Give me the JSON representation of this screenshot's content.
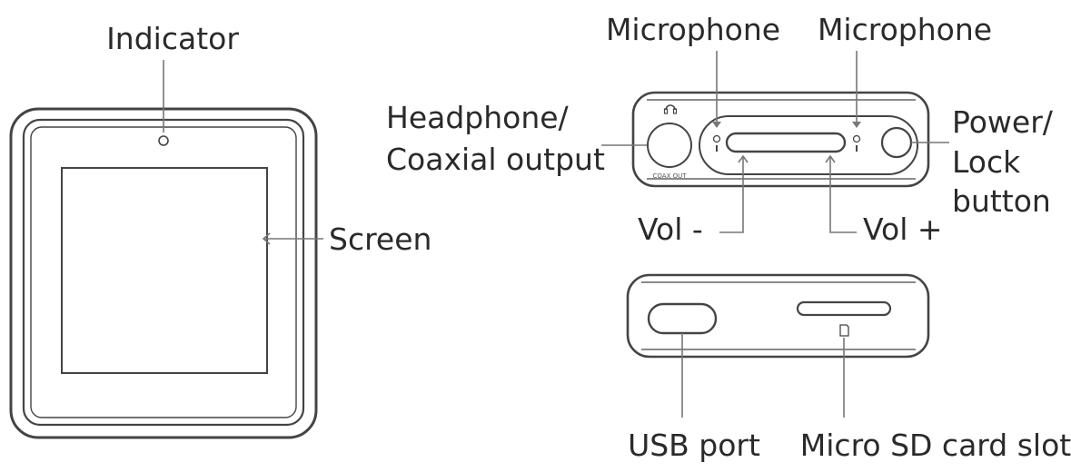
{
  "labels": {
    "indicator": "Indicator",
    "screen": "Screen",
    "headphone_line1": "Headphone/",
    "headphone_line2": "Coaxial output",
    "microphone_left": "Microphone",
    "microphone_right": "Microphone",
    "power_line1": "Power/",
    "power_line2": "Lock",
    "power_line3": "button",
    "vol_minus": "Vol -",
    "vol_plus": "Vol +",
    "usb_port": "USB port",
    "sd_slot": "Micro SD card slot",
    "coax_out_print": "COAX OUT"
  },
  "icons": [
    "headphone-icon",
    "microphone-icon",
    "sd-card-icon"
  ]
}
